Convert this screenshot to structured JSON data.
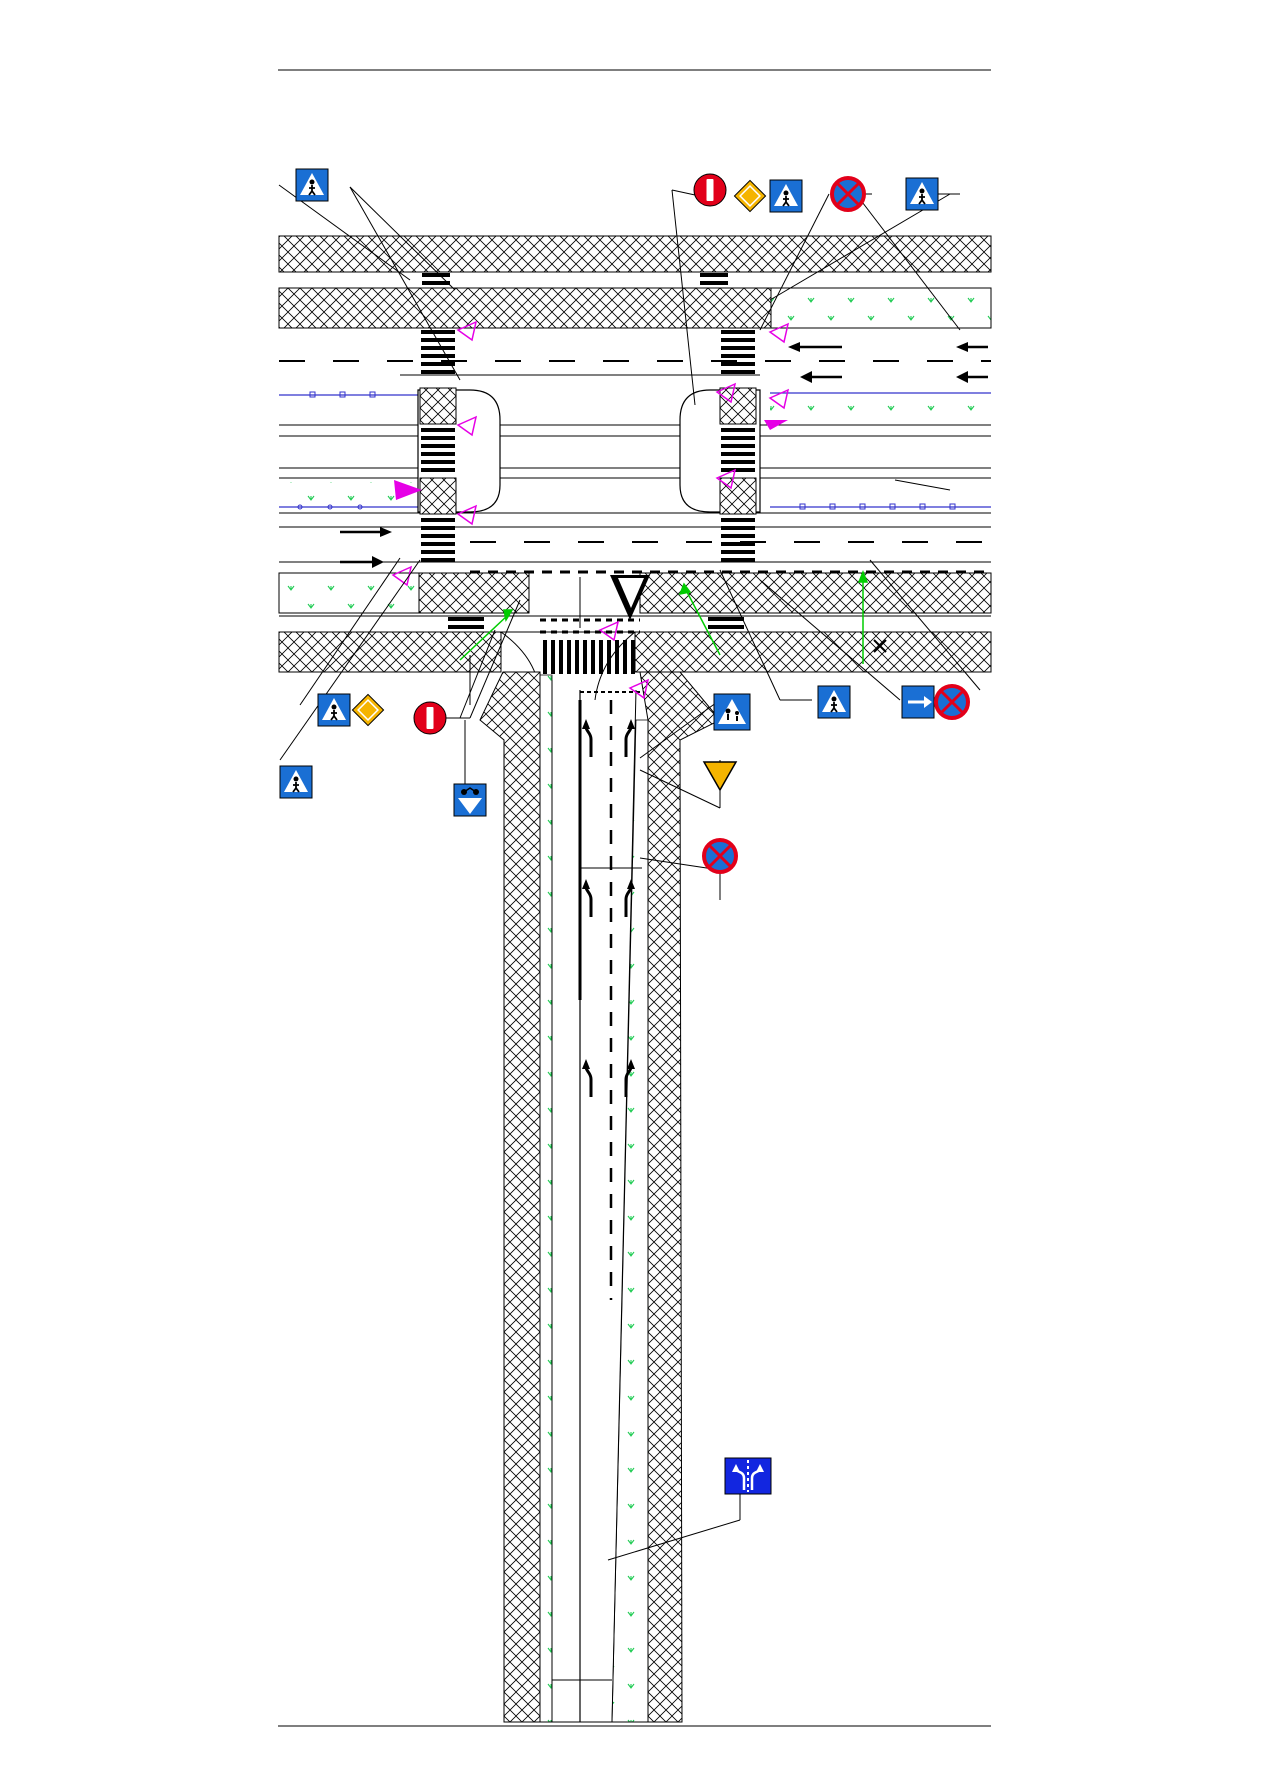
{
  "drawing": {
    "title": "",
    "labels": []
  },
  "colors": {
    "ink": "#000000",
    "sign_blue": "#1a6fd4",
    "sign_red": "#e2001a",
    "sign_yellow": "#f5b400",
    "marker_magenta": "#e600e6",
    "grass_green": "#22cc55",
    "tree_line_blue": "#3333cc",
    "sight_line_green": "#00cc00"
  },
  "signs": [
    {
      "name": "pedestrian-crossing-sign",
      "icon": "pedestrian-crossing-icon"
    },
    {
      "name": "no-entry-sign",
      "icon": "no-entry-icon"
    },
    {
      "name": "priority-road-sign",
      "icon": "priority-road-icon"
    },
    {
      "name": "no-stopping-sign",
      "icon": "no-stopping-icon"
    },
    {
      "name": "yield-sign",
      "icon": "yield-icon"
    },
    {
      "name": "lane-direction-sign",
      "icon": "lane-direction-icon"
    },
    {
      "name": "cyclists-crossing-sign",
      "icon": "cyclists-crossing-icon"
    },
    {
      "name": "children-warning-sign",
      "icon": "children-icon"
    }
  ]
}
